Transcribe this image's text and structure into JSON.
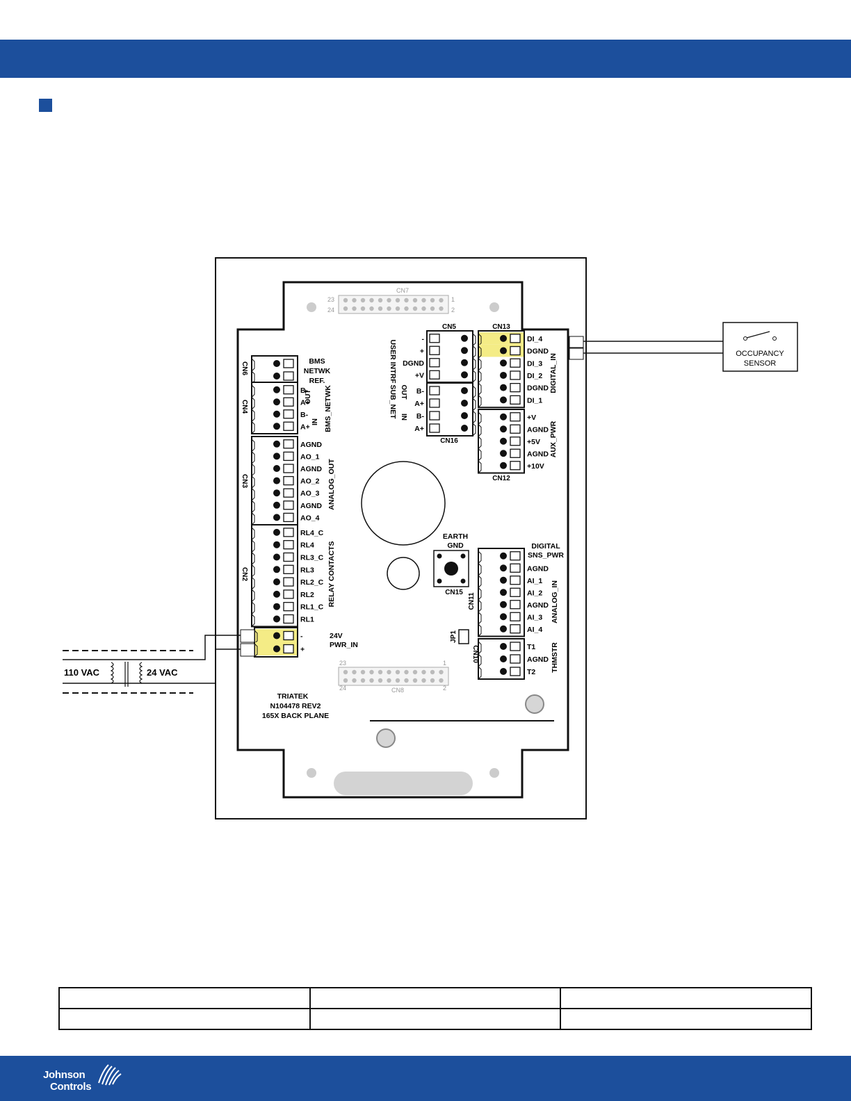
{
  "colors": {
    "brand": "#1c4f9c",
    "highlight": "#f4ec86",
    "line": "#111111"
  },
  "board": {
    "name": "TRIATEK",
    "part": "N104478 REV2",
    "desc": "165X BACK PLANE"
  },
  "headers": {
    "cn7": "CN7",
    "cn7_p23": "23",
    "cn7_p24": "24",
    "cn7_p1": "1",
    "cn7_p2": "2",
    "cn8": "CN8",
    "cn8_p23": "23",
    "cn8_p24": "24",
    "cn8_p1": "1",
    "cn8_p2": "2"
  },
  "connectors": {
    "cn6": {
      "id": "CN6",
      "title_lines": [
        "BMS",
        "NETWK",
        "REF."
      ]
    },
    "cn4": {
      "id": "CN4",
      "pins": [
        "B-",
        "A+",
        "B-",
        "A+"
      ],
      "sub_out": "OUT",
      "sub_in": "IN",
      "group": "BMS_NETWK"
    },
    "cn3": {
      "id": "CN3",
      "pins": [
        "AGND",
        "AO_1",
        "AGND",
        "AO_2",
        "AO_3",
        "AGND",
        "AO_4"
      ],
      "group": "ANALOG_OUT"
    },
    "cn2": {
      "id": "CN2",
      "pins": [
        "RL4_C",
        "RL4",
        "RL3_C",
        "RL3",
        "RL2_C",
        "RL2",
        "RL1_C",
        "RL1"
      ],
      "group": "RELAY CONTACTS"
    },
    "pwr": {
      "pins": [
        "-",
        "+"
      ],
      "label_lines": [
        "24V",
        "PWR_IN"
      ]
    },
    "cn5": {
      "id": "CN5",
      "pins": [
        "-",
        "+",
        "DGND",
        "+V"
      ],
      "group": "USER INTRF"
    },
    "cn16": {
      "id": "CN16",
      "pins": [
        "B-",
        "A+",
        "B-",
        "A+"
      ],
      "sub_out": "OUT",
      "sub_in": "IN",
      "group": "SUB_NET"
    },
    "cn13": {
      "id": "CN13",
      "pins": [
        "DI_4",
        "DGND",
        "DI_3",
        "DI_2",
        "DGND",
        "DI_1"
      ],
      "group": "DIGITAL_IN"
    },
    "cn12": {
      "id": "CN12",
      "pins": [
        "+V",
        "AGND",
        "+5V",
        "AGND",
        "+10V"
      ],
      "group": "AUX_PWR"
    },
    "cn11": {
      "id": "CN11",
      "title_lines": [
        "DIGITAL",
        "SNS_PWR"
      ],
      "pins": [
        "AGND",
        "AI_1",
        "AI_2",
        "AGND",
        "AI_3",
        "AI_4"
      ],
      "group": "ANALOG_IN"
    },
    "cn10": {
      "id": "CN10",
      "pins": [
        "T1",
        "AGND",
        "T2"
      ],
      "group": "THMSTR"
    },
    "cn15": {
      "id": "CN15",
      "title_lines": [
        "EARTH",
        "GND"
      ]
    },
    "jp1": {
      "id": "JP1"
    }
  },
  "transformer": {
    "primary": "110 VAC",
    "secondary": "24 VAC"
  },
  "sensor": {
    "lines": [
      "OCCUPANCY",
      "SENSOR"
    ]
  },
  "footer": {
    "logo_line1": "Johnson",
    "logo_line2": "Controls"
  }
}
